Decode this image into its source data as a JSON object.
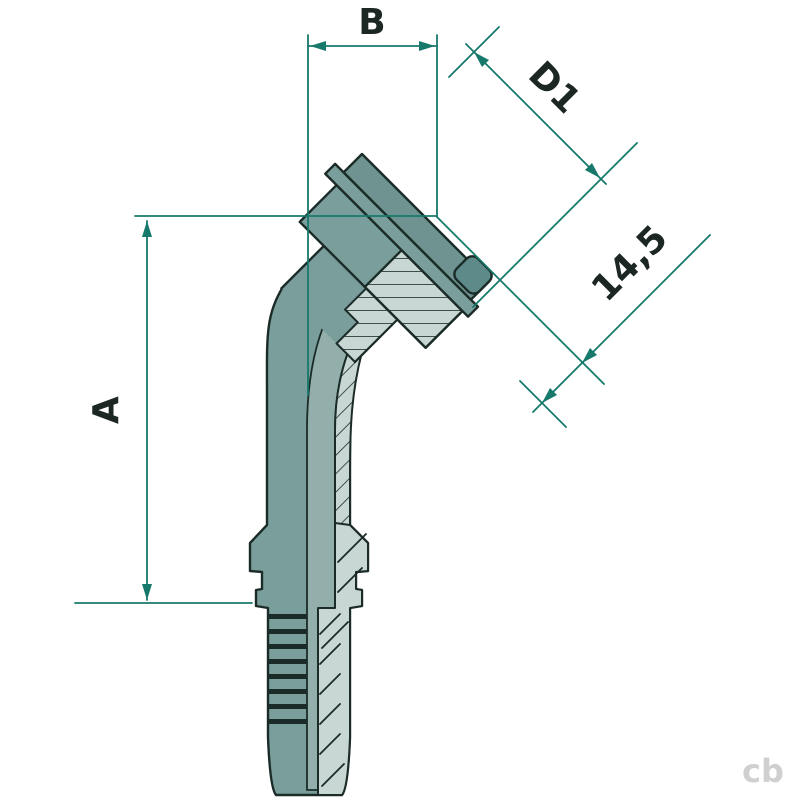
{
  "drawing": {
    "type": "technical-dimension-drawing",
    "subject": "45-degree SFL flange hose fitting, half section view",
    "dimensions": {
      "b": "B",
      "d1": "D1",
      "thickness": "14,5",
      "a": "A"
    },
    "watermark": "cb",
    "colors": {
      "dimension_line": "#17796b",
      "outline": "#1b2b27",
      "body_dark": "#7a9e9b",
      "body_darker": "#6e9391",
      "groove_dark": "#5e8b89",
      "bore_medium": "#93afac",
      "section_light": "#c8d7d3",
      "background": "#ffffff",
      "watermark_gray": "#d0d0d0"
    }
  }
}
